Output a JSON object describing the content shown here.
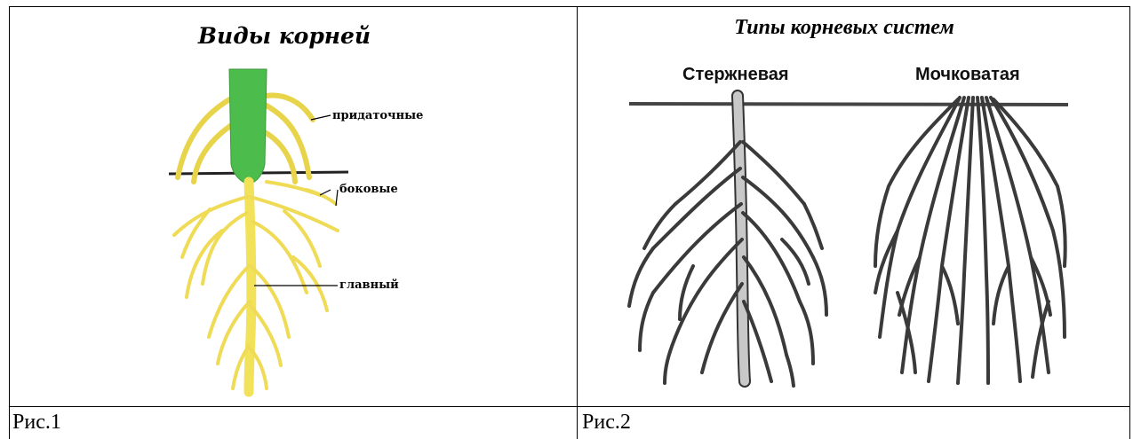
{
  "figure1": {
    "title": "Виды корней",
    "labels": {
      "adventitious": "придаточные",
      "lateral": "боковые",
      "main": "главный"
    },
    "colors": {
      "stem": "#4cbc4c",
      "root": "#f2e25a",
      "ground": "#222222"
    },
    "caption": "Рис.1"
  },
  "figure2": {
    "title": "Типы корневых систем",
    "labels": {
      "taproot": "Стержневая",
      "fibrous": "Мочковатая"
    },
    "colors": {
      "root_fill": "#c8c8c8",
      "root_outline": "#333333"
    },
    "caption": "Рис.2"
  }
}
